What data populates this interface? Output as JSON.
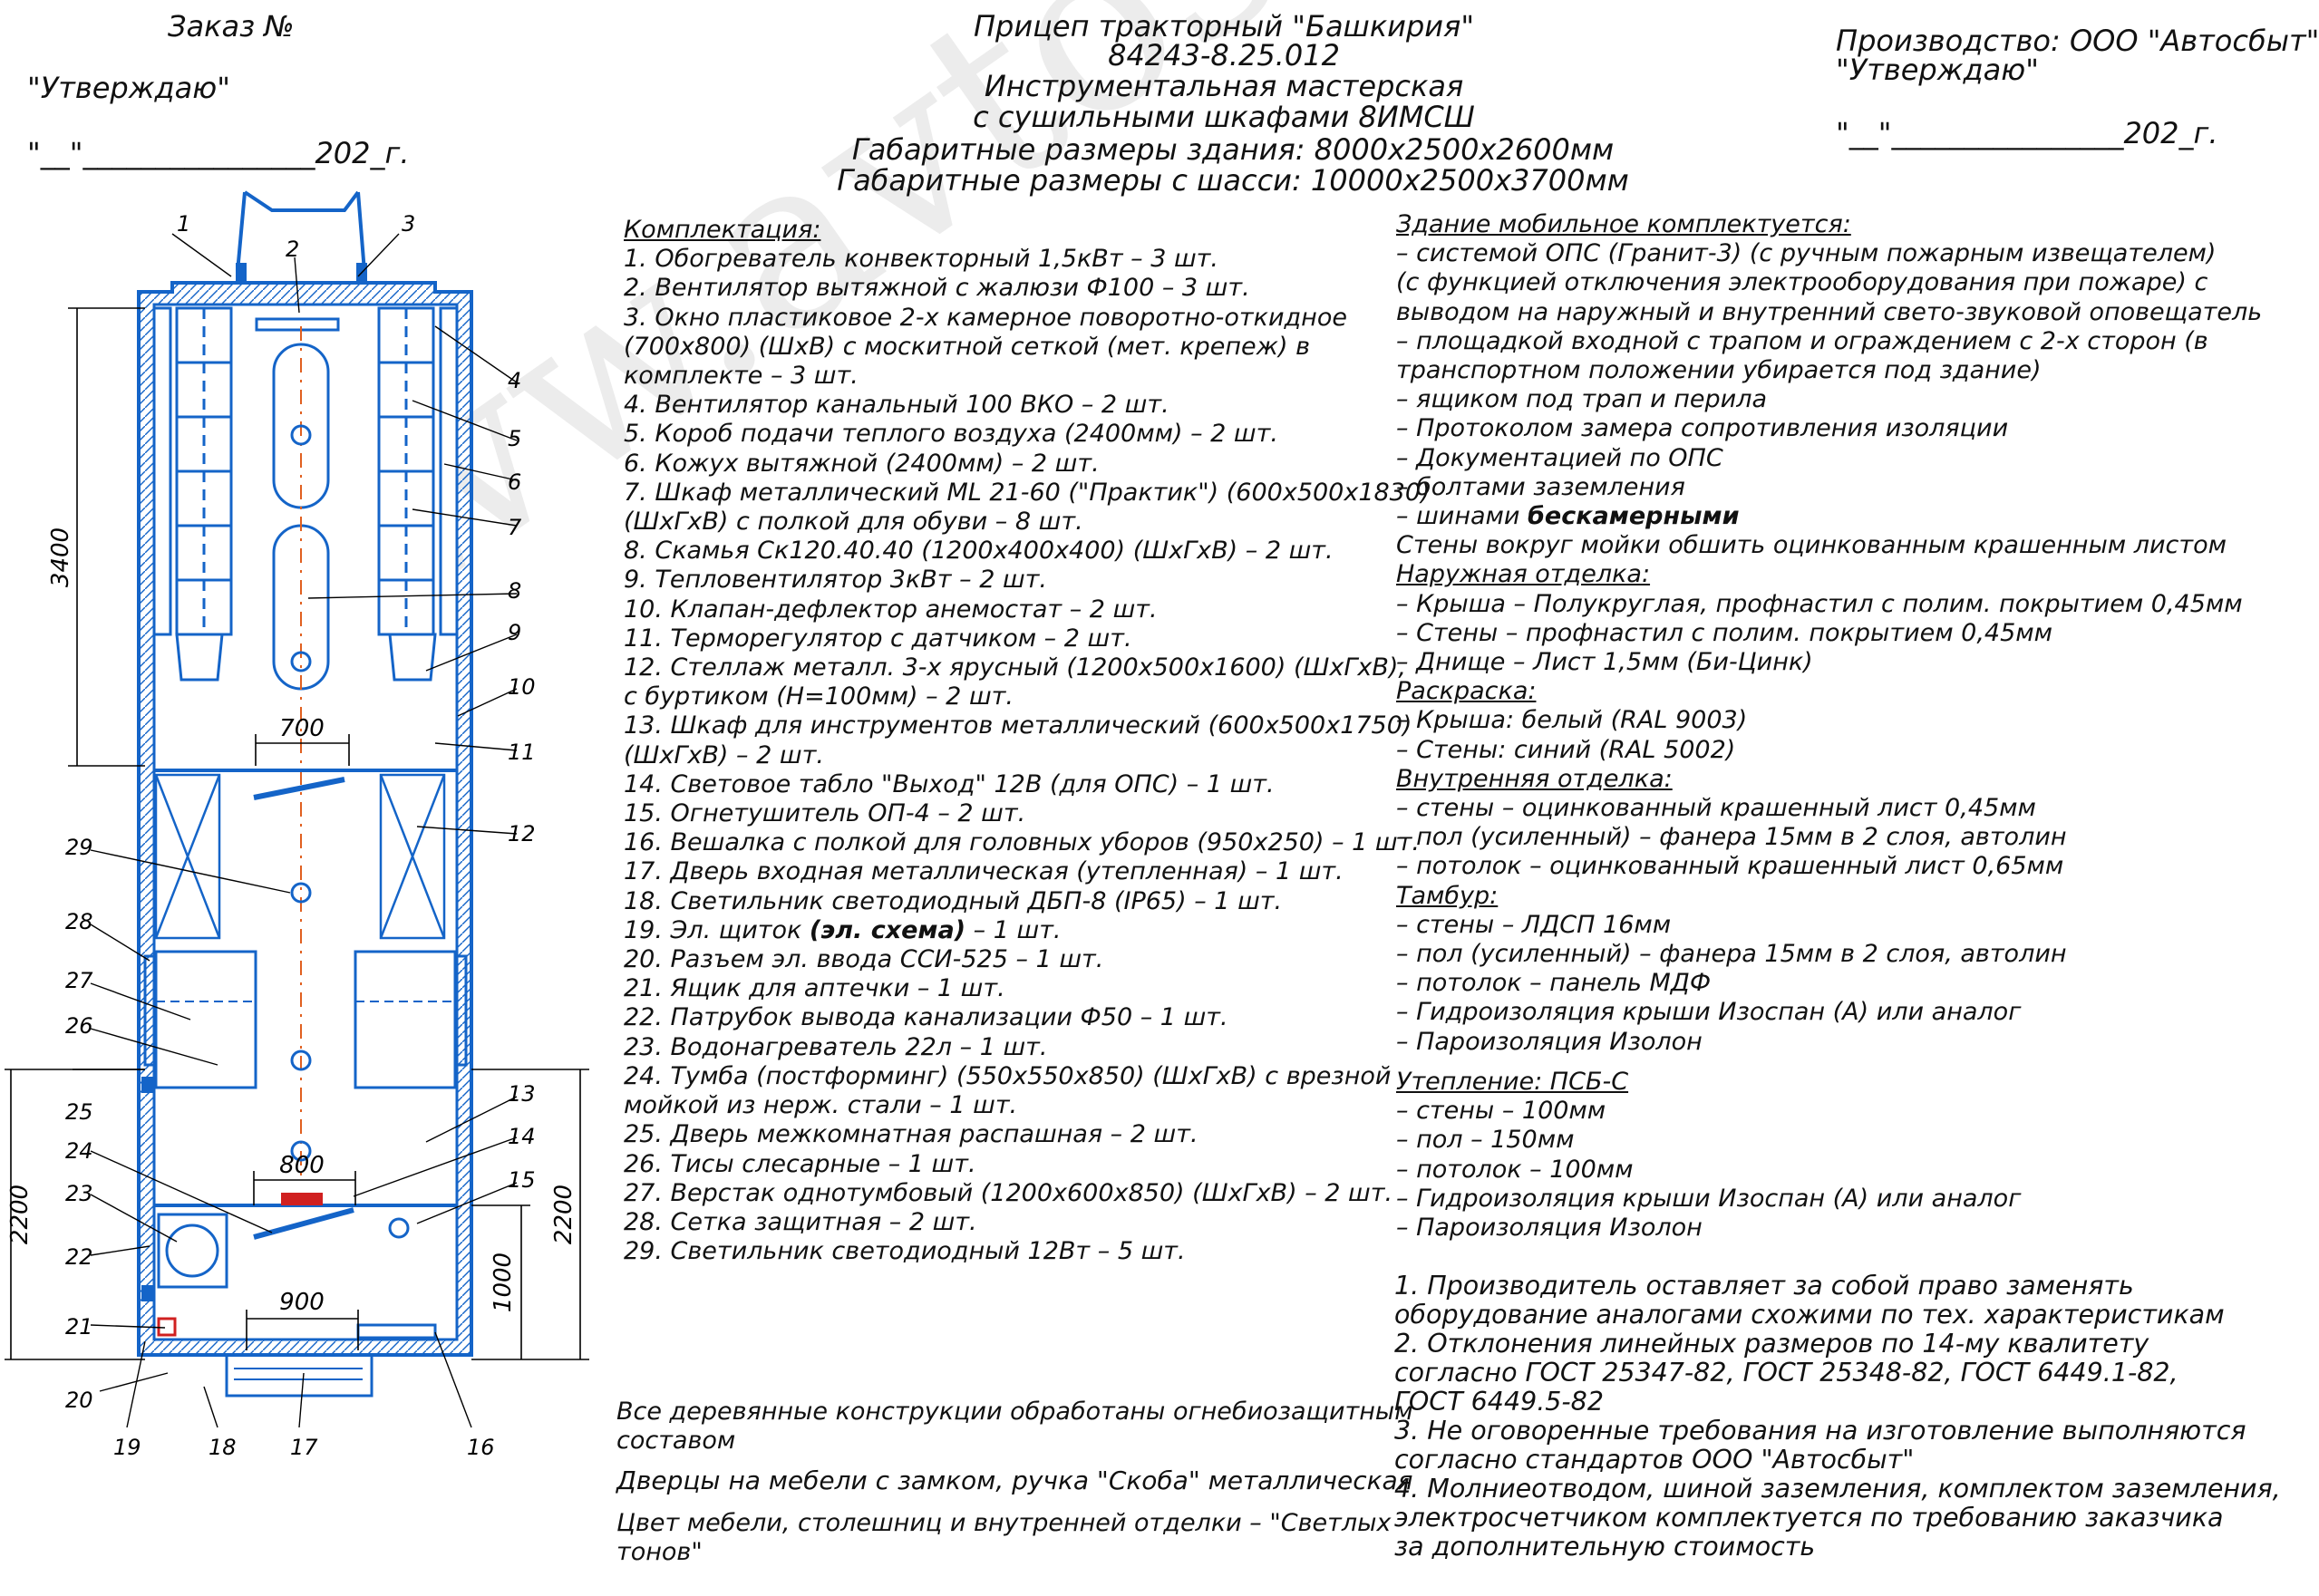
{
  "header": {
    "order": "Заказ №",
    "approve_left": "\"Утверждаю\"",
    "date_left": "\"__\"________________202_г.",
    "title_lines": [
      "Прицеп тракторный \"Башкирия\"",
      "84243-8.25.012",
      "Инструментальная мастерская",
      "с сушильными шкафами 8ИМСШ",
      "Габаритные размеры здания: 8000х2500х2600мм",
      "Габаритные размеры с шасси: 10000х2500х3700мм"
    ],
    "producer": "Производство: ООО \"Автосбыт\"",
    "approve_right": "\"Утверждаю\"",
    "date_right": "\"__\"________________202_г."
  },
  "watermark": "www.avtosbyt.ru",
  "kit": {
    "heading": "Комплектация:",
    "lines": [
      "1.  Обогреватель конвекторный 1,5кВт – 3 шт.",
      "2.  Вентилятор вытяжной с жалюзи Ф100 – 3 шт.",
      "3.  Окно пластиковое 2-х камерное поворотно-откидное",
      "     (700х800) (ШхВ) с москитной сеткой (мет. крепеж) в",
      "     комплекте – 3 шт.",
      "4.  Вентилятор канальный 100 ВКО – 2 шт.",
      "5.  Короб подачи теплого воздуха (2400мм) – 2 шт.",
      "6.  Кожух вытяжной (2400мм) – 2 шт.",
      "7.  Шкаф металлический ML 21-60 (\"Практик\") (600х500х1830)",
      "     (ШхГхВ) с полкой для обуви – 8 шт.",
      "8.  Скамья Ск120.40.40 (1200х400х400) (ШхГхВ) – 2 шт.",
      "9.  Тепловентилятор 3кВт – 2 шт.",
      "10.  Клапан-дефлектор анемостат – 2 шт.",
      "11.  Терморегулятор с датчиком – 2 шт.",
      "12.  Стеллаж металл. 3-х ярусный (1200х500х1600) (ШхГхВ),",
      "       с буртиком (Н=100мм) – 2 шт.",
      "13.  Шкаф для инструментов металлический (600х500х1750)",
      "       (ШхГхВ) – 2 шт.",
      "14.  Световое табло \"Выход\" 12В (для ОПС) – 1 шт.",
      "15.  Огнетушитель ОП-4 – 2 шт.",
      "16.  Вешалка с полкой для головных уборов (950х250) – 1 шт.",
      "17.  Дверь входная металлическая (утепленная) – 1 шт.",
      "18.  Светильник светодиодный ДБП-8 (IP65) – 1 шт."
    ],
    "line19_pre": "19.  Эл. щиток ",
    "line19_bold": "(эл. схема)",
    "line19_post": " – 1 шт.",
    "lines2": [
      "20.  Разъем эл. ввода ССИ-525 – 1 шт.",
      "21.  Ящик для аптечки – 1 шт.",
      "22.  Патрубок вывода канализации Ф50 – 1 шт.",
      "23.  Водонагреватель 22л – 1 шт.",
      "24.  Тумба (постформинг) (550х550х850) (ШхГхВ) с врезной",
      "       мойкой из нерж. стали – 1 шт.",
      "25.  Дверь межкомнатная распашная – 2 шт.",
      "26.  Тисы слесарные – 1 шт.",
      "27.  Верстак однотумбовый (1200х600х850) (ШхГхВ) – 2 шт.",
      "28.  Сетка защитная – 2 шт.",
      "29.  Светильник светодиодный 12Вт – 5 шт."
    ]
  },
  "bottom_notes": {
    "wood_1": "Все деревянные конструкции обработаны огнебиозащитным",
    "wood_2": "составом",
    "doors": "Дверцы на мебели с замком, ручка \"Скоба\" металлическая",
    "color_1": "Цвет мебели, столешниц и внутренней отделки – \"Светлых",
    "color_2": "тонов\""
  },
  "building": {
    "heading": "Здание мобильное комплектуется:",
    "lines": [
      "– системой ОПС (Гранит-3) (с ручным пожарным извещателем)",
      "  (с функцией отключения электрооборудования при пожаре) с",
      "  выводом на наружный и внутренний свето-звуковой оповещатель",
      "– площадкой входной с трапом и ограждением с 2-х сторон (в",
      "  транспортном положении убирается под здание)",
      "– ящиком под трап и перила",
      "– Протоколом замера сопротивления изоляции",
      "– Документацией по ОПС",
      "– болтами заземления"
    ],
    "tyres_pre": "– шинами ",
    "tyres_bold": "бескамерными",
    "wash": "Стены вокруг мойки обшить оцинкованным крашенным листом",
    "outer_heading": "Наружная отделка:",
    "outer": [
      "– Крыша – Полукруглая, профнастил с полим. покрытием 0,45мм",
      "– Стены – профнастил с полим. покрытием 0,45мм",
      "– Днище – Лист 1,5мм (Би-Цинк)"
    ],
    "paint_heading": "Раскраска:",
    "paint": [
      "– Крыша: белый (RAL 9003)",
      "– Стены: синий (RAL 5002)"
    ],
    "inner_heading": "Внутренняя отделка:",
    "inner": [
      "– стены – оцинкованный крашенный лист 0,45мм",
      "– пол (усиленный) – фанера 15мм в 2 слоя, автолин",
      "– потолок – оцинкованный крашенный лист 0,65мм"
    ],
    "tambour_heading": "Тамбур:",
    "tambour": [
      "– стены – ЛДСП 16мм",
      "– пол (усиленный) – фанера 15мм в 2 слоя, автолин",
      "– потолок – панель МДФ",
      "– Гидроизоляция крыши Изоспан (А) или аналог",
      "– Пароизоляция Изолон"
    ],
    "insul_heading": "Утепление: ПСБ-С",
    "insul": [
      "– стены – 100мм",
      "– пол – 150мм",
      "– потолок – 100мм",
      "– Гидроизоляция крыши Изоспан (А) или аналог",
      "– Пароизоляция Изолон"
    ]
  },
  "notes": [
    "1.  Производитель оставляет за собой право заменять",
    "оборудование аналогами схожими по тех. характеристикам",
    "2.  Отклонения линейных размеров по 14-му квалитету",
    "согласно ГОСТ 25347-82, ГОСТ 25348-82, ГОСТ 6449.1-82,",
    "ГОСТ 6449.5-82",
    "3.  Не оговоренные требования на изготовление выполняются",
    "согласно стандартов ООО \"Автосбыт\"",
    "4.  Молниеотводом, шиной заземления, комплектом заземления,",
    "электросчетчиком комплектуется по требованию заказчика",
    "за дополнительную стоимость"
  ],
  "plan": {
    "dims": {
      "d3400": "3400",
      "d2200_left": "2200",
      "d2200_right": "2200",
      "d1000": "1000",
      "d700": "700",
      "d800": "800",
      "d900": "900"
    },
    "callouts": [
      "1",
      "2",
      "3",
      "4",
      "5",
      "6",
      "7",
      "8",
      "9",
      "10",
      "11",
      "12",
      "13",
      "14",
      "15",
      "16",
      "17",
      "18",
      "19",
      "20",
      "21",
      "22",
      "23",
      "24",
      "25",
      "26",
      "27",
      "28",
      "29"
    ],
    "line_color": "#1464c8"
  }
}
